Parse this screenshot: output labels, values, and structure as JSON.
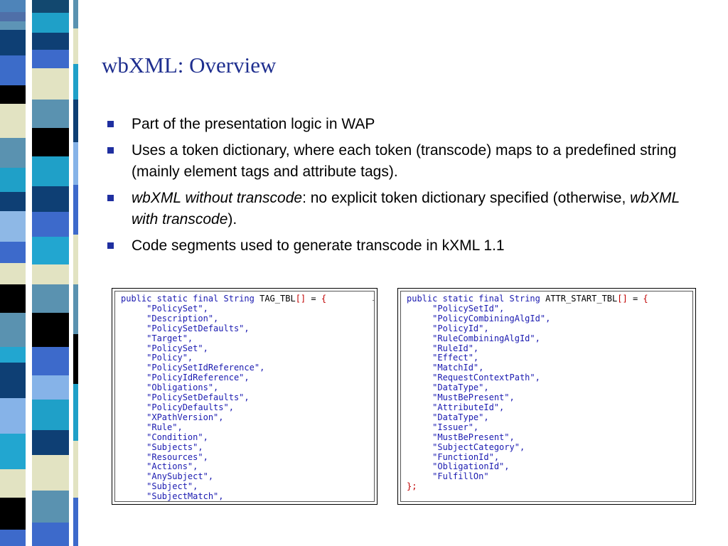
{
  "slide": {
    "title": "wbXML: Overview",
    "bullets": [
      {
        "text": "Part of the presentation logic in WAP"
      },
      {
        "text": "Uses a token dictionary, where each token (transcode) maps to a predefined string (mainly element tags and attribute tags)."
      },
      {
        "em1": "wbXML without transcode",
        "t1": ": no explicit token dictionary specified (otherwise, ",
        "em2": "wbXML with transcode",
        "t2": ")."
      },
      {
        "text": "Code segments used to generate transcode in kXML 1.1"
      }
    ]
  },
  "code_left": {
    "keywords": "public static final",
    "type": "String",
    "name": "TAG_TBL",
    "brackets": "[]",
    "assign": " = ",
    "open_brace": "{",
    "items": [
      "\"PolicySet\",",
      "\"Description\",",
      "\"PolicySetDefaults\",",
      "\"Target\",",
      "\"PolicySet\",",
      "\"Policy\",",
      "\"PolicySetIdReference\",",
      "\"PolicyIdReference\",",
      "\"Obligations\",",
      "\"PolicySetDefaults\",",
      "\"PolicyDefaults\",",
      "\"XPathVersion\",",
      "\"Rule\",",
      "\"Condition\",",
      "\"Subjects\",",
      "\"Resources\",",
      "\"Actions\",",
      "\"AnySubject\",",
      "\"Subject\",",
      "\"SubjectMatch\","
    ]
  },
  "code_right": {
    "keywords": "public static final",
    "type": "String",
    "name": "ATTR_START_TBL",
    "brackets": "[]",
    "assign": " = ",
    "open_brace": "{",
    "items": [
      "\"PolicySetId\",",
      "\"PolicyCombiningAlgId\",",
      "\"PolicyId\",",
      "\"RuleCombiningAlgId\",",
      "\"RuleId\",",
      "\"Effect\",",
      "\"MatchId\",",
      "\"RequestContextPath\",",
      "\"DataType\",",
      "\"MustBePresent\",",
      "\"AttributeId\",",
      "\"DataType\",",
      "\"Issuer\",",
      "\"MustBePresent\",",
      "\"SubjectCategory\",",
      "\"FunctionId\",",
      "\"ObligationId\",",
      "\"FulfillOn\""
    ],
    "close": "};"
  },
  "colors": {
    "title": "#1f2f8f",
    "bullet": "#1f2fa0",
    "code_blue": "#1a1ab0",
    "code_red": "#c00000"
  }
}
